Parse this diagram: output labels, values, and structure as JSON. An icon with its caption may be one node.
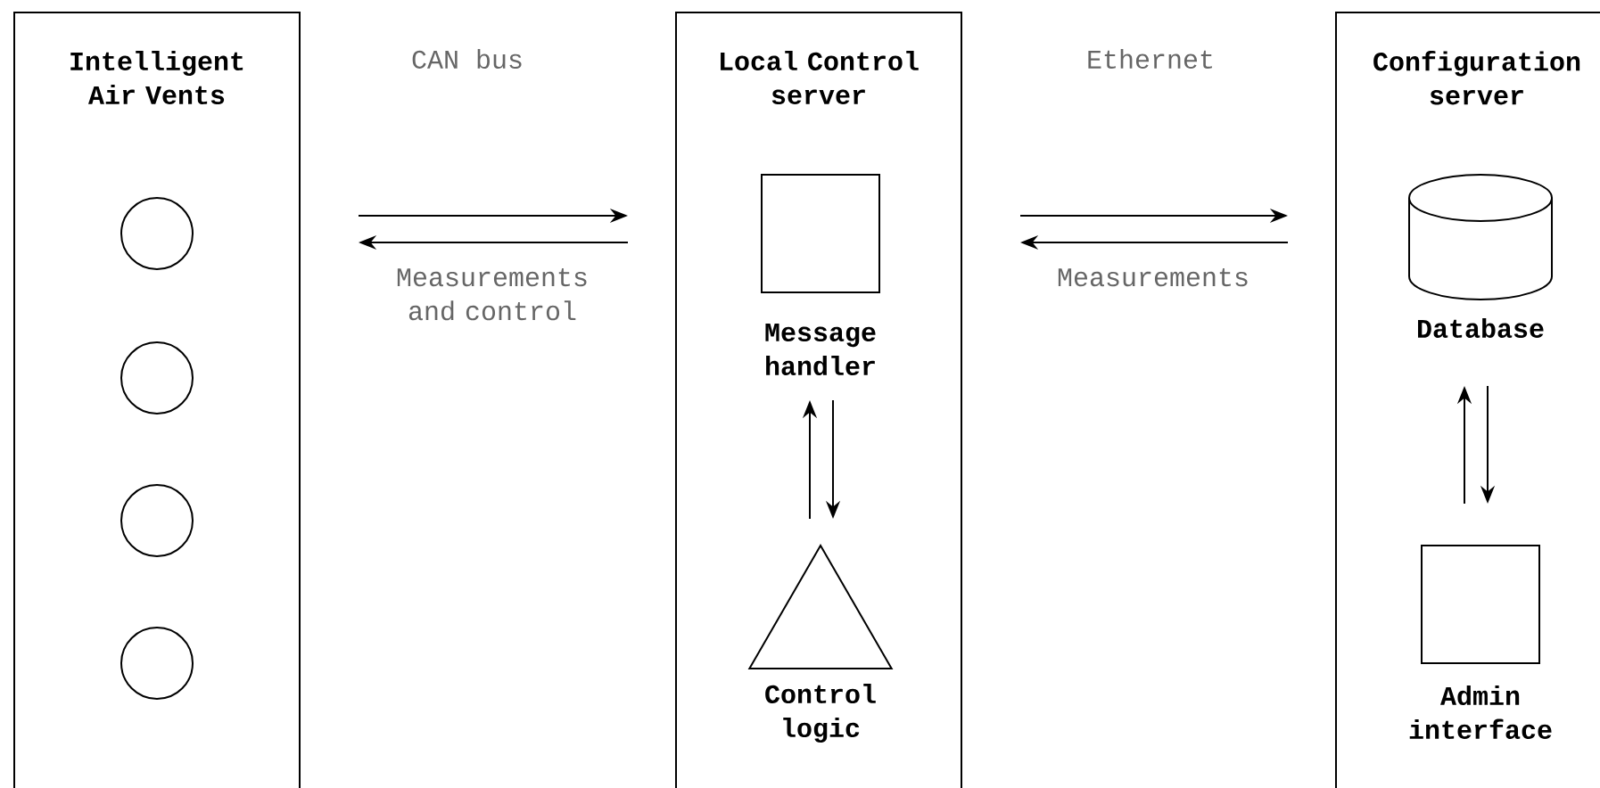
{
  "diagram": {
    "nodes": [
      {
        "text": [
          "Intelligent Air Vents"
        ]
      },
      {
        "text": [],
        "shape": "circle",
        "in": 0
      },
      {
        "text": [],
        "shape": "circle",
        "in": 0
      },
      {
        "text": [],
        "shape": "circle",
        "in": 0
      },
      {
        "text": [],
        "shape": "circle",
        "in": 0
      },
      {
        "text": [
          "Local Control server"
        ]
      },
      {
        "text": [
          "Message handler"
        ],
        "in": 5
      },
      {
        "text": [
          "Control logic"
        ],
        "in": 5
      },
      {
        "text": [
          "Configuration server"
        ]
      },
      {
        "text": [
          "Database"
        ],
        "in": 8
      },
      {
        "text": [
          "Admin interface"
        ],
        "in": 8
      }
    ],
    "edges": [
      {
        "from": 0,
        "to": 5,
        "arrow": "to"
      },
      {
        "from": 5,
        "to": 0,
        "arrow": "to",
        "label": "Measurements and control"
      },
      {
        "from": 5,
        "to": 8,
        "arrow": "to"
      },
      {
        "from": 8,
        "to": 5,
        "arrow": "to",
        "label": "Measurements"
      },
      {
        "from": 7,
        "to": 6,
        "arrow": "to"
      },
      {
        "from": 6,
        "to": 7,
        "arrow": "to"
      },
      {
        "from": 10,
        "to": 9,
        "arrow": "to"
      },
      {
        "from": 9,
        "to": 10,
        "arrow": "to"
      }
    ],
    "labels": [
      "CAN bus",
      "Ethernet"
    ]
  }
}
